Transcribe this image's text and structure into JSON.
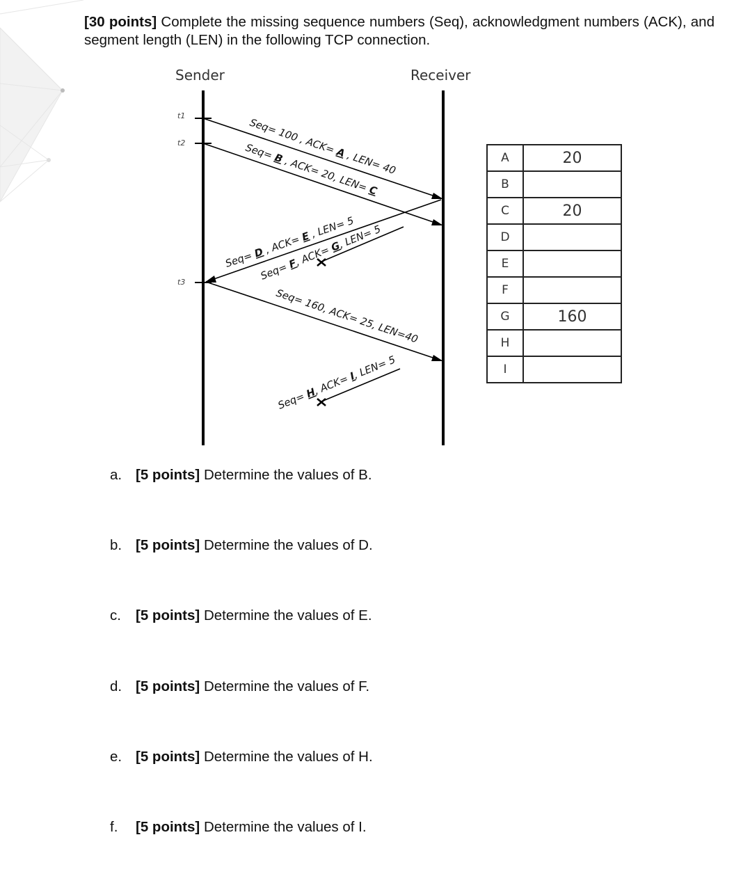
{
  "problem": {
    "points_label": "[30 points]",
    "statement": "Complete the missing sequence numbers (Seq), acknowledgment numbers (ACK), and segment length (LEN) in the following TCP connection."
  },
  "diagram": {
    "sender_label": "Sender",
    "receiver_label": "Receiver",
    "time_labels": [
      "t1",
      "t2",
      "t3"
    ],
    "messages": [
      {
        "parts": [
          "Seq= 100 , ACK= ",
          "A",
          " , LEN= 40"
        ]
      },
      {
        "parts": [
          "Seq= ",
          "B",
          " , ACK= 20, LEN= ",
          "C",
          ""
        ]
      },
      {
        "parts": [
          "Seq= ",
          "D",
          " , ACK= ",
          "E",
          " , LEN= 5"
        ]
      },
      {
        "parts": [
          "Seq= ",
          "F",
          ", ACK= ",
          "G",
          ", LEN= 5"
        ]
      },
      {
        "parts": [
          "Seq= 160, ACK= 25, LEN=40"
        ]
      },
      {
        "parts": [
          "Seq= ",
          "H",
          ", ACK= ",
          "I",
          ", LEN= 5"
        ]
      }
    ]
  },
  "answer_table": [
    {
      "key": "A",
      "value": "20"
    },
    {
      "key": "B",
      "value": ""
    },
    {
      "key": "C",
      "value": "20"
    },
    {
      "key": "D",
      "value": ""
    },
    {
      "key": "E",
      "value": ""
    },
    {
      "key": "F",
      "value": ""
    },
    {
      "key": "G",
      "value": "160"
    },
    {
      "key": "H",
      "value": ""
    },
    {
      "key": "I",
      "value": ""
    }
  ],
  "questions": [
    {
      "letter": "a.",
      "points": "[5 points]",
      "text": "Determine the values of B."
    },
    {
      "letter": "b.",
      "points": "[5 points]",
      "text": "Determine the values of D."
    },
    {
      "letter": "c.",
      "points": "[5 points]",
      "text": "Determine the values of E."
    },
    {
      "letter": "d.",
      "points": "[5 points]",
      "text": "Determine the values of F."
    },
    {
      "letter": "e.",
      "points": "[5 points]",
      "text": "Determine the values of H."
    },
    {
      "letter": "f.",
      "points": "[5 points]",
      "text": "Determine the values of I."
    }
  ]
}
